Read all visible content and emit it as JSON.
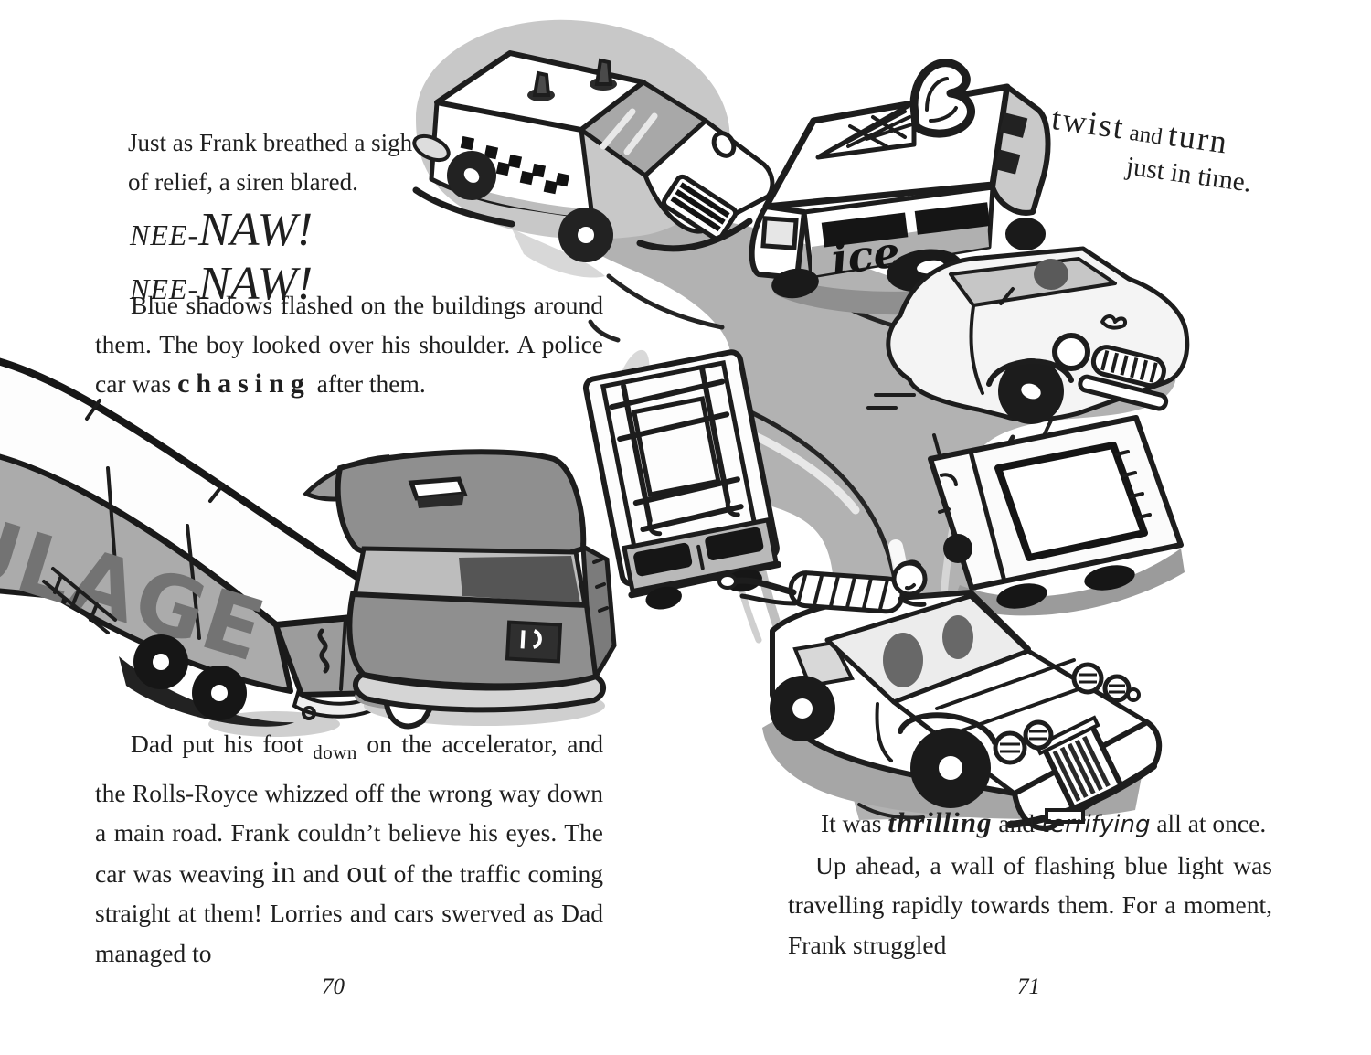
{
  "colors": {
    "ink": "#1d1d1d",
    "road_grey": "#b2b2b2",
    "halo_grey": "#c8c8c8",
    "taxi_grey": "#8f8f8f",
    "lorry_side_grey": "#ababab",
    "paper": "#ffffff"
  },
  "left_page": {
    "page_number": "70",
    "intro_line1": "Just as Frank breathed a sigh",
    "intro_line2": "of relief, a siren blared.",
    "siren_line1": {
      "nee": "NEE-",
      "naw": "NAW!"
    },
    "siren_line2": {
      "nee": "NEE-",
      "naw": "NAW!"
    },
    "para1": {
      "pre": "Blue shadows flashed on the buildings around them. The boy looked over his shoulder. A police car was ",
      "emph": "chasing",
      "post": " after them."
    },
    "para2": {
      "s1": "Dad put his foot ",
      "down": "down",
      "s2": " on the accelerator, and the Rolls-Royce whizzed off the wrong way down a main road. Frank couldn’t believe his eyes. The car was weaving ",
      "in": "in",
      "s3": " and ",
      "out": "out",
      "s4": " of the traffic coming straight at them! Lorries and cars swerved as Dad managed to"
    }
  },
  "right_page": {
    "page_number": "71",
    "caption": {
      "twist": "twist",
      "and": " and ",
      "turn": "turn",
      "line2": "just in time."
    },
    "para3": {
      "s1": "It was ",
      "thrilling": "thrilling",
      "s2": " and ",
      "terrifying": "terrifying",
      "s3": " all at once."
    },
    "para4": "Up ahead, a wall of flashing blue light was travelling rapidly towards them. For a moment, Frank struggled"
  },
  "illustration": {
    "lorry_side_text": "ULAGE",
    "van_side_text": "ice"
  }
}
